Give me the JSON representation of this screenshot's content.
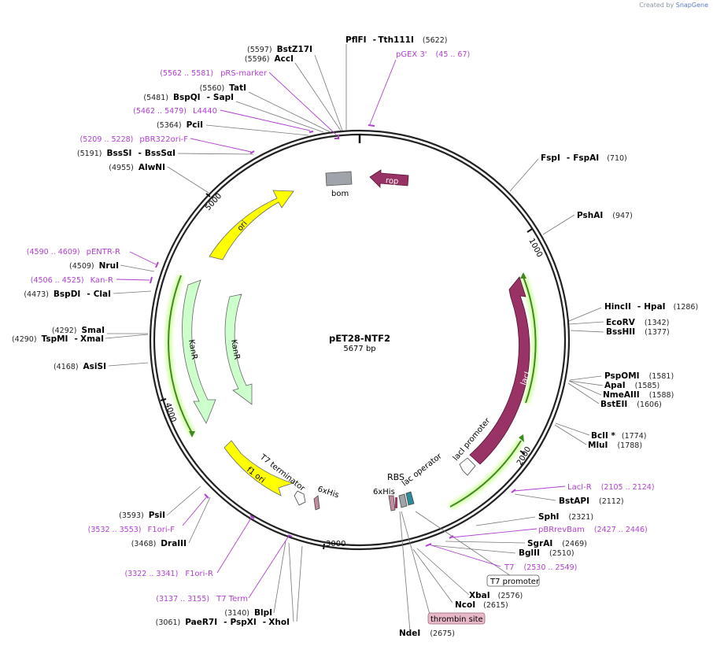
{
  "credit": {
    "prefix": "Created by",
    "brand": "SnapGene"
  },
  "plasmid": {
    "name": "pET28-NTF2",
    "length": "5677 bp"
  },
  "ticks": [
    "1000",
    "2000",
    "3000",
    "4000",
    "5000"
  ],
  "features": {
    "bom": "bom",
    "rop": "rop",
    "ori": "ori",
    "lacI": "lacI",
    "kanR_outer": "KanR",
    "kanR_inner": "KanR",
    "lacI_promoter": "lacI promoter",
    "f1_ori": "f1 ori",
    "t7_terminator": "T7 terminator",
    "his6_left": "6xHis",
    "rbs": "RBS",
    "lac_operator": "lac operator",
    "his6_right": "6xHis"
  },
  "enzymes": {
    "pfli": {
      "name": "PflFI",
      "sep": "-",
      "name2": "Tth111I",
      "pos": "(5622)"
    },
    "bstz17i": {
      "pos": "(5597)",
      "name": "BstZ17I"
    },
    "acci": {
      "pos": "(5596)",
      "name": "AccI"
    },
    "tati": {
      "pos": "(5560)",
      "name": "TatI"
    },
    "bspqi": {
      "pos": "(5481)",
      "name": "BspQI",
      "sep": "-",
      "name2": "SapI"
    },
    "pcii": {
      "pos": "(5364)",
      "name": "PciI"
    },
    "bsssi": {
      "pos": "(5191)",
      "name": "BssSI",
      "sep": "-",
      "name2": "BssSαI"
    },
    "alwni": {
      "pos": "(4955)",
      "name": "AlwNI"
    },
    "nrui": {
      "pos": "(4509)",
      "name": "NruI"
    },
    "bspdi": {
      "pos": "(4473)",
      "name": "BspDI",
      "sep": "-",
      "name2": "ClaI"
    },
    "smai": {
      "pos": "(4292)",
      "name": "SmaI"
    },
    "tspmi": {
      "pos": "(4290)",
      "name": "TspMI",
      "sep": "-",
      "name2": "XmaI"
    },
    "asisi": {
      "pos": "(4168)",
      "name": "AsiSI"
    },
    "psii": {
      "pos": "(3593)",
      "name": "PsiI"
    },
    "draiii": {
      "pos": "(3468)",
      "name": "DraIII"
    },
    "blpi": {
      "pos": "(3140)",
      "name": "BlpI"
    },
    "paer7i": {
      "pos": "(3061)",
      "name": "PaeR7I",
      "sep": "-",
      "name2": "PspXI",
      "sep2": "-",
      "name3": "XhoI"
    },
    "fspi": {
      "name": "FspI",
      "sep": "-",
      "name2": "FspAI",
      "pos": "(710)"
    },
    "pshai": {
      "name": "PshAI",
      "pos": "(947)"
    },
    "hincii": {
      "name": "HincII",
      "sep": "-",
      "name2": "HpaI",
      "pos": "(1286)"
    },
    "ecorv": {
      "name": "EcoRV",
      "pos": "(1342)"
    },
    "bsshii": {
      "name": "BssHII",
      "pos": "(1377)"
    },
    "pspomi": {
      "name": "PspOMI",
      "pos": "(1581)"
    },
    "apai": {
      "name": "ApaI",
      "pos": "(1585)"
    },
    "nmeaiii": {
      "name": "NmeAIII",
      "pos": "(1588)"
    },
    "bsteii": {
      "name": "BstEII",
      "pos": "(1606)"
    },
    "bcli": {
      "name": "BclI *",
      "pos": "(1774)"
    },
    "mlui": {
      "name": "MluI",
      "pos": "(1788)"
    },
    "bstapi": {
      "name": "BstAPI",
      "pos": "(2112)"
    },
    "sphi": {
      "name": "SphI",
      "pos": "(2321)"
    },
    "sgrai": {
      "name": "SgrAI",
      "pos": "(2469)"
    },
    "bglii": {
      "name": "BglII",
      "pos": "(2510)"
    },
    "xbai": {
      "name": "XbaI",
      "pos": "(2576)"
    },
    "ncoi": {
      "name": "NcoI",
      "pos": "(2615)"
    },
    "ndei": {
      "name": "NdeI",
      "pos": "(2675)"
    }
  },
  "primers": {
    "pgex3": {
      "name": "pGEX 3'",
      "pos": "(45 .. 67)"
    },
    "prsmarker": {
      "pos": "(5562 .. 5581)",
      "name": "pRS-marker"
    },
    "l4440": {
      "pos": "(5462 .. 5479)",
      "name": "L4440"
    },
    "pbr322ori": {
      "pos": "(5209 .. 5228)",
      "name": "pBR322ori-F"
    },
    "pentr": {
      "pos": "(4590 .. 4609)",
      "name": "pENTR-R"
    },
    "kanr": {
      "pos": "(4506 .. 4525)",
      "name": "Kan-R"
    },
    "f1orif": {
      "pos": "(3532 .. 3553)",
      "name": "F1ori-F"
    },
    "f1orir": {
      "pos": "(3322 .. 3341)",
      "name": "F1ori-R"
    },
    "t7term": {
      "pos": "(3137 .. 3155)",
      "name": "T7 Term"
    },
    "lacir": {
      "name": "LacI-R",
      "pos": "(2105 .. 2124)"
    },
    "pbrrevbam": {
      "name": "pBRrevBam",
      "pos": "(2427 .. 2446)"
    },
    "t7": {
      "name": "T7",
      "pos": "(2530 .. 2549)"
    }
  },
  "boxed": {
    "t7_promoter": "T7 promoter",
    "thrombin": "thrombin site"
  },
  "colors": {
    "ori": "#ffff00",
    "kanr": "#ccffcc",
    "laci": "#993366",
    "rop": "#993366",
    "bom": "#a0a4aa",
    "primer": "#b040d0",
    "thrombin": "#e8b8c8"
  }
}
